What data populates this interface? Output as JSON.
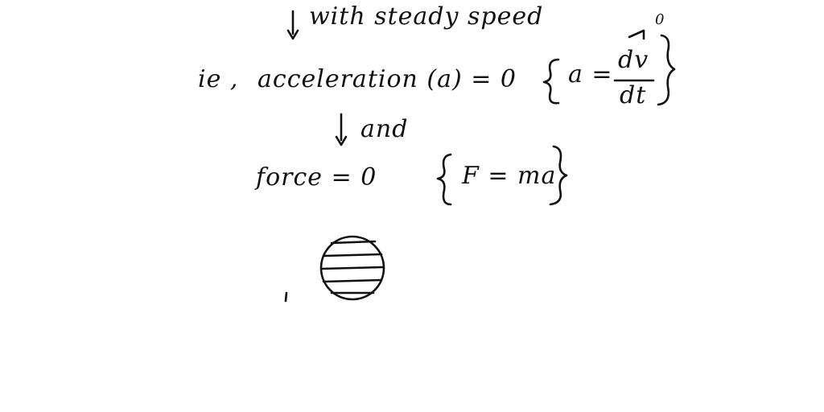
{
  "lines": {
    "with_steady_speed": "with steady speed",
    "ie": "ie ,",
    "acceleration": "acceleration (a) = 0",
    "a_eq": "a =",
    "dv": "dv",
    "dt": "dt",
    "zero_note": "0",
    "and": "and",
    "force": "force  =  0",
    "f_eq_ma": "F = ma"
  },
  "colors": {
    "ink": "#111111",
    "paper": "#ffffff"
  }
}
